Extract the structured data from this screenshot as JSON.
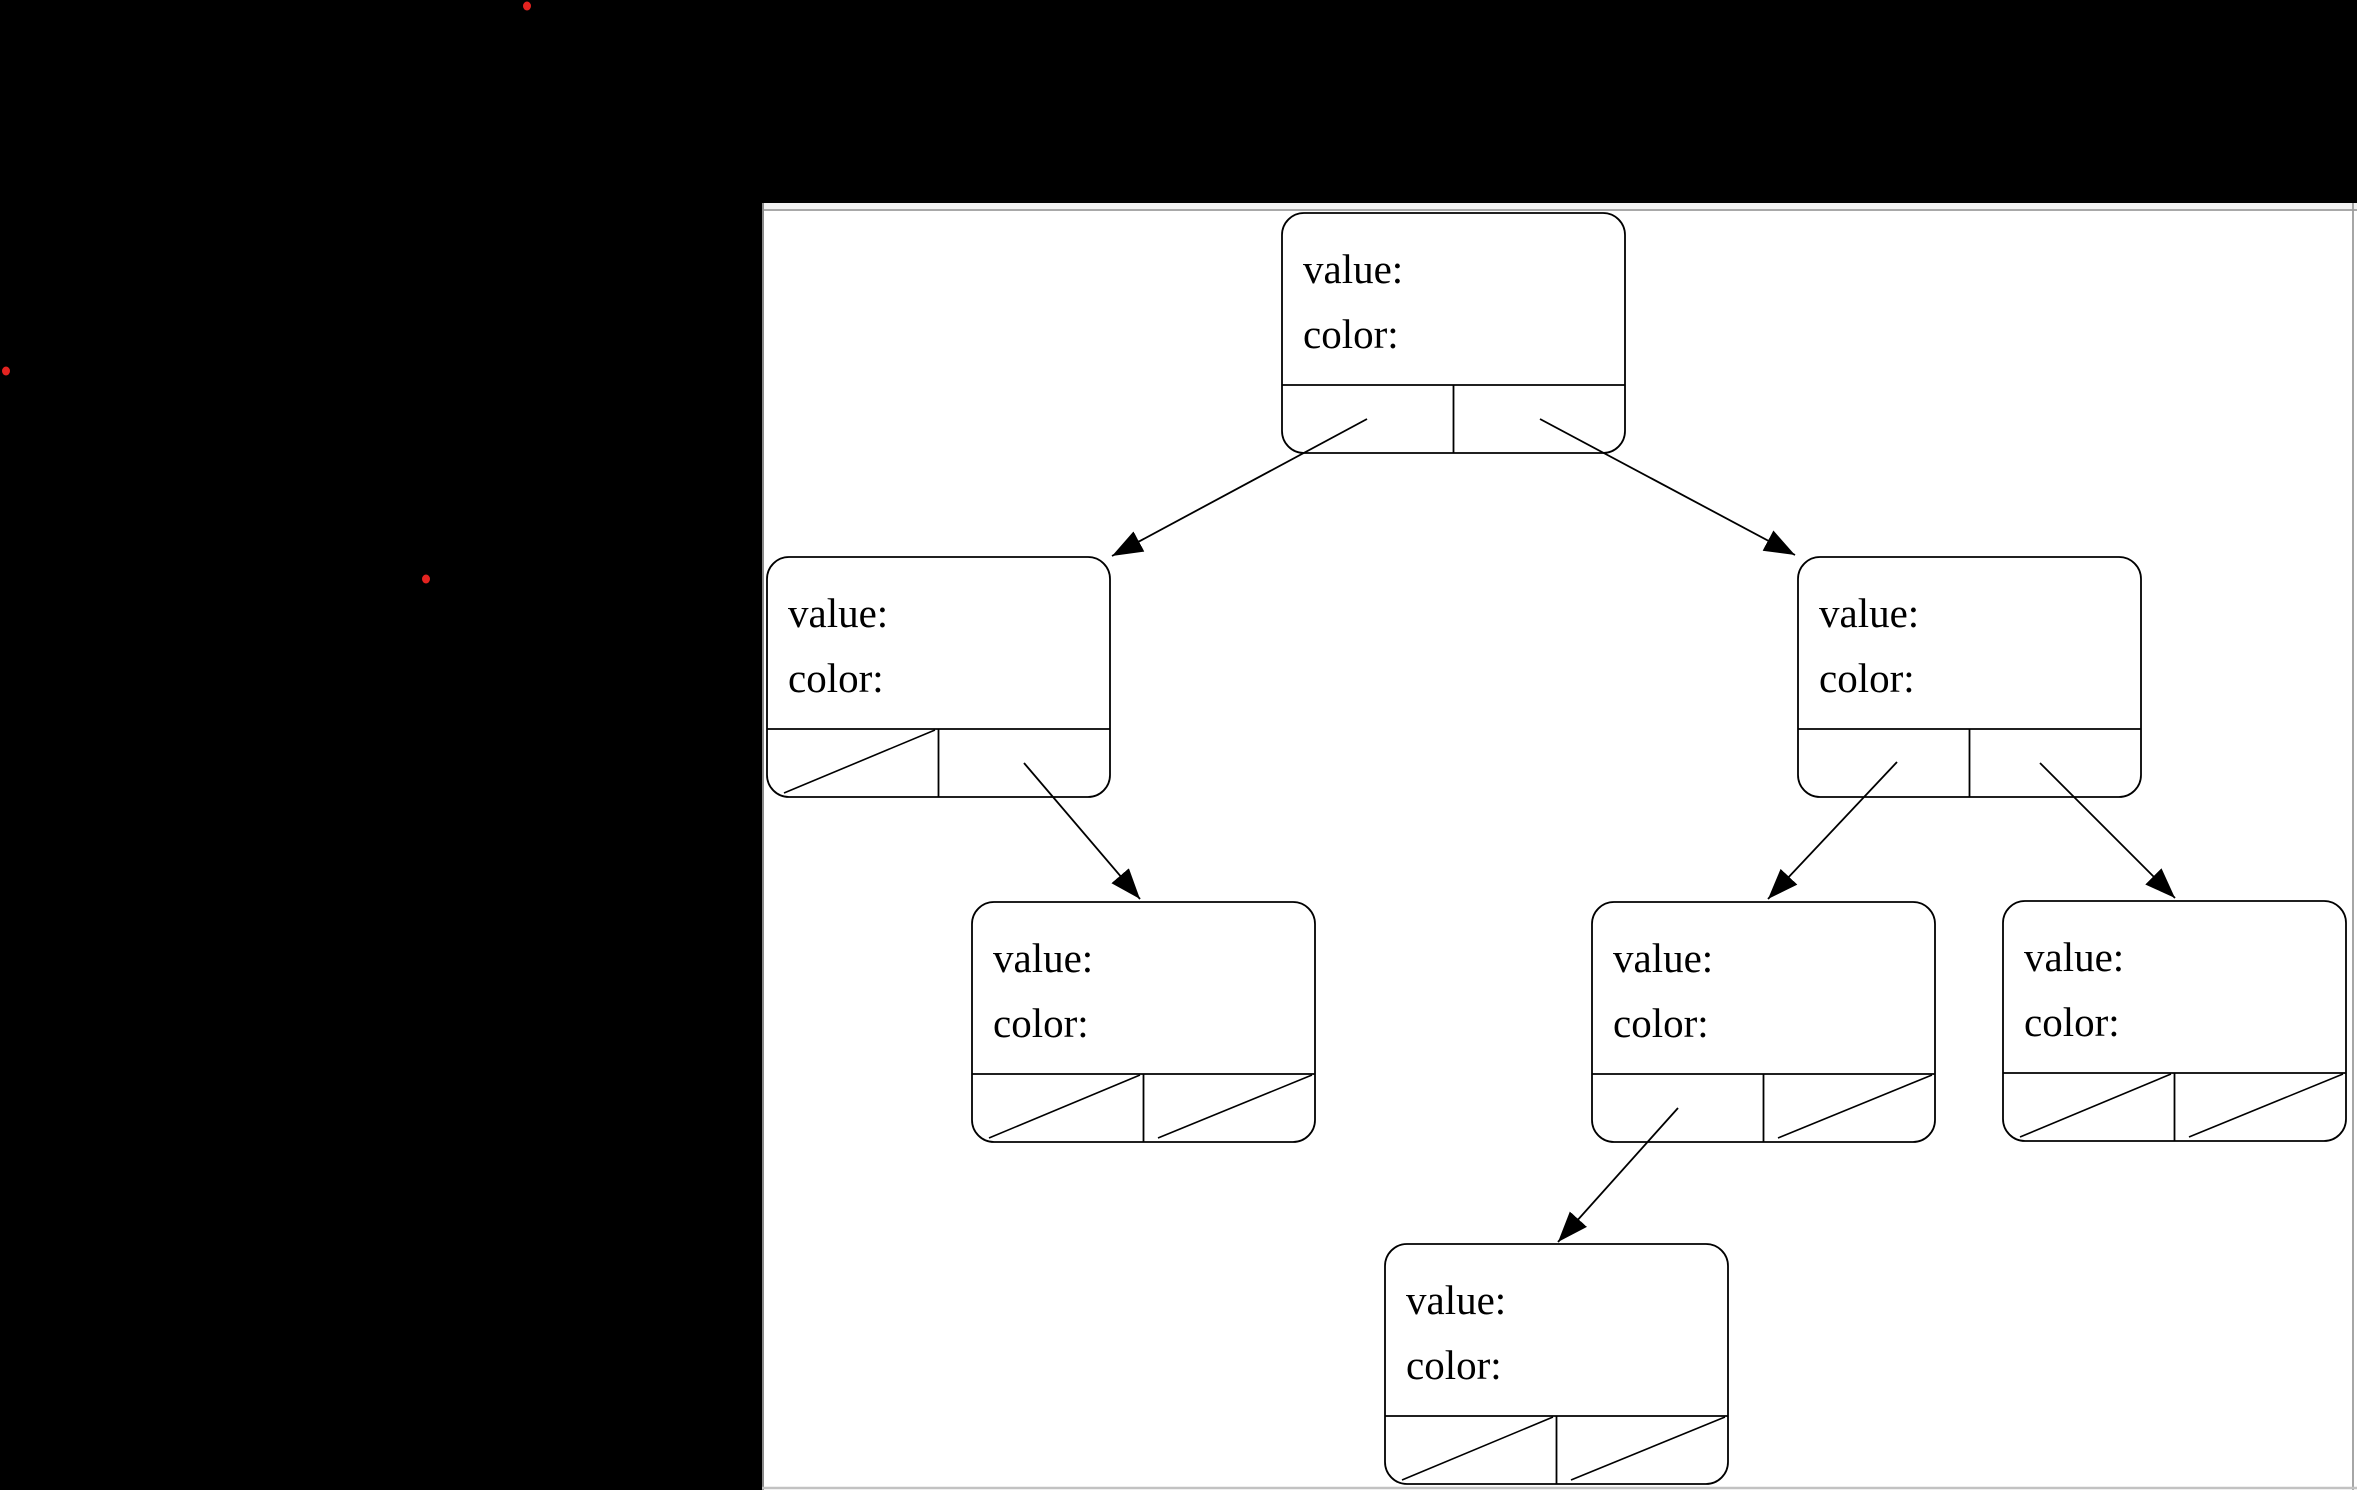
{
  "window": {
    "background_color": "#000000",
    "panel_background": "#ffffff",
    "panel_border_color": "#9c9c9c"
  },
  "markers": {
    "dot_color": "#e42320",
    "dot_count": 3
  },
  "diagram": {
    "type": "binary-tree-node-diagram",
    "node_field_labels": [
      "value:",
      "color:"
    ],
    "nodes": [
      {
        "id": "root",
        "value_label": "value:",
        "color_label": "color:",
        "left_pointer": "arrow-to-child",
        "right_pointer": "arrow-to-child"
      },
      {
        "id": "left-child",
        "value_label": "value:",
        "color_label": "color:",
        "left_pointer": "null-slash",
        "right_pointer": "arrow-to-child"
      },
      {
        "id": "right-child",
        "value_label": "value:",
        "color_label": "color:",
        "left_pointer": "arrow-to-child",
        "right_pointer": "arrow-to-child"
      },
      {
        "id": "left-right-grandchild",
        "value_label": "value:",
        "color_label": "color:",
        "left_pointer": "null-slash",
        "right_pointer": "null-slash"
      },
      {
        "id": "right-left-grandchild",
        "value_label": "value:",
        "color_label": "color:",
        "left_pointer": "arrow-to-child",
        "right_pointer": "null-slash"
      },
      {
        "id": "right-right-grandchild",
        "value_label": "value:",
        "color_label": "color:",
        "left_pointer": "null-slash",
        "right_pointer": "null-slash"
      },
      {
        "id": "right-left-left-node",
        "value_label": "value:",
        "color_label": "color:",
        "left_pointer": "null-slash",
        "right_pointer": "null-slash"
      }
    ],
    "edges": [
      {
        "from": "root",
        "pointer": "left",
        "to": "left-child"
      },
      {
        "from": "root",
        "pointer": "right",
        "to": "right-child"
      },
      {
        "from": "left-child",
        "pointer": "right",
        "to": "left-right-grandchild"
      },
      {
        "from": "right-child",
        "pointer": "left",
        "to": "right-left-grandchild"
      },
      {
        "from": "right-child",
        "pointer": "right",
        "to": "right-right-grandchild"
      },
      {
        "from": "right-left-grandchild",
        "pointer": "left",
        "to": "right-left-left-node"
      }
    ]
  }
}
